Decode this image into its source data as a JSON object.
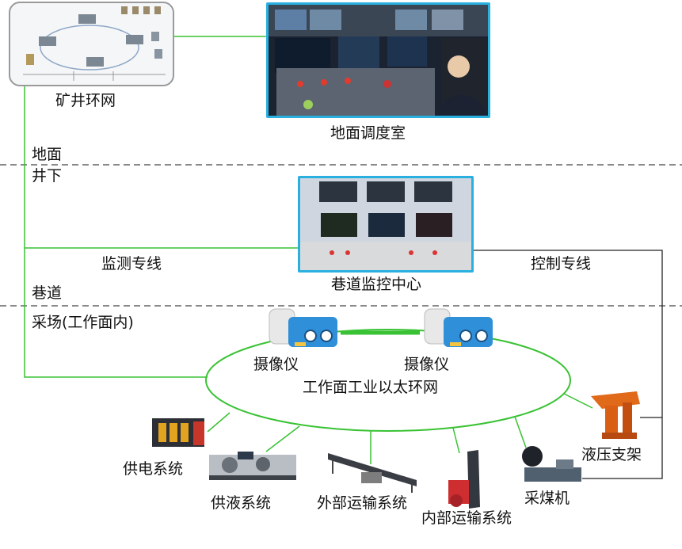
{
  "zones": {
    "surface": "地面",
    "underground": "井下",
    "roadway": "巷道",
    "mining_face": "采场(工作面内)"
  },
  "nodes": {
    "mine_ring": "矿井环网",
    "control_room": "地面调度室",
    "roadway_center": "巷道监控中心",
    "camera_1": "摄像仪",
    "camera_2": "摄像仪",
    "ethernet_ring": "工作面工业以太环网",
    "power": "供电系统",
    "fluid": "供液系统",
    "external_transport": "外部运输系统",
    "internal_transport": "内部运输系统",
    "shearer": "采煤机",
    "hydraulic_support": "液压支架"
  },
  "links": {
    "monitor_line": "监测专线",
    "control_line": "控制专线"
  },
  "colors": {
    "network_line": "#39c233",
    "control_line": "#222222",
    "photo_frame": "#2ab0e0"
  }
}
